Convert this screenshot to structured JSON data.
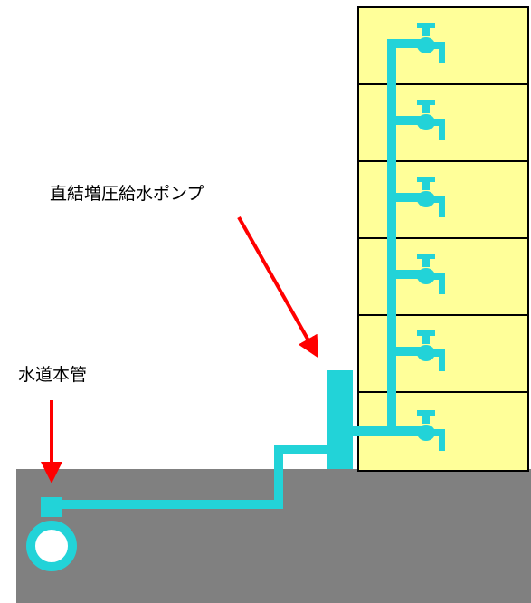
{
  "labels": {
    "pump": "直結増圧給水ポンプ",
    "main": "水道本管"
  },
  "colors": {
    "ground": "#808080",
    "building": "#ffff99",
    "water": "#22d3d8",
    "arrow": "#ff0000",
    "line": "#000000"
  },
  "floors": 6,
  "icons": [
    "faucet-icon",
    "pump-icon",
    "water-main-pipe-icon",
    "arrow-icon"
  ]
}
